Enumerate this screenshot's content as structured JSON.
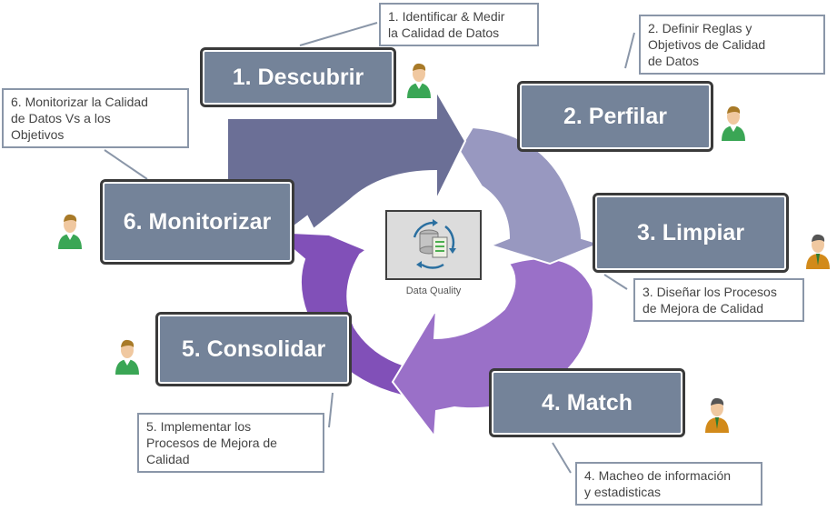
{
  "diagram": {
    "center_label": "Data Quality",
    "stages": [
      {
        "label": "1. Descubrir",
        "note": "1. Identificar & Medir\nla Calidad de Datos",
        "person": "green"
      },
      {
        "label": "2. Perfilar",
        "note": "2. Definir Reglas y\nObjetivos de Calidad\n de Datos",
        "person": "green"
      },
      {
        "label": "3. Limpiar",
        "note": "3. Diseñar los Procesos\nde Mejora de Calidad",
        "person": "orange"
      },
      {
        "label": "4. Match",
        "note": "4. Macheo de información\ny estadisticas",
        "person": "orange"
      },
      {
        "label": "5. Consolidar",
        "note": "5. Implementar los\nProcesos de Mejora de\nCalidad",
        "person": "green"
      },
      {
        "label": "6. Monitorizar",
        "note": "6. Monitorizar la Calidad\nde Datos Vs a los\nObjetivos",
        "person": "green"
      }
    ],
    "colors": {
      "stage_fill": "#748399",
      "arrow_top": "#6b6f96",
      "arrow_right": "#9898c0",
      "arrow_bottom_right": "#9a70c8",
      "arrow_left": "#8150b8",
      "person_green": "#3aa655",
      "person_orange": "#d28a1a"
    }
  }
}
